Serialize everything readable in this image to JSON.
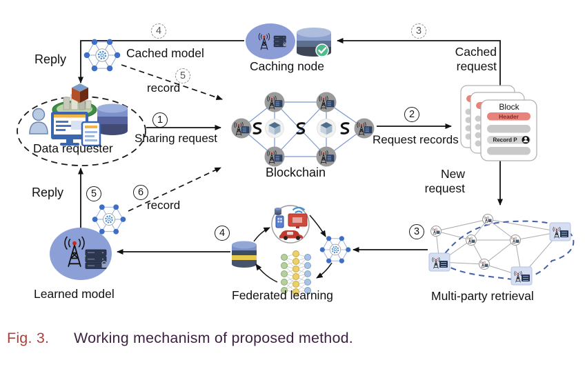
{
  "figure": {
    "labels": {
      "reply_top": "Reply",
      "cached_model": "Cached model",
      "caching_node": "Caching node",
      "record_top": "record",
      "cached_request_1": "Cached",
      "cached_request_2": "request",
      "data_requester": "Data requester",
      "sharing_request": "Sharing request",
      "blockchain": "Blockchain",
      "request_records": "Request records",
      "new_request_1": "New",
      "new_request_2": "request",
      "multi_party": "Multi-party retrieval",
      "federated_learning": "Federated learning",
      "learned_model": "Learned model",
      "reply_bottom": "Reply",
      "record_bottom": "record"
    },
    "block_card": {
      "title": "Block",
      "header": "Header",
      "record": "Record P"
    },
    "steps": {
      "dashed_4": "4",
      "dashed_5": "5",
      "dashed_3": "3",
      "solid_1": "1",
      "solid_2": "2",
      "solid_5": "5",
      "solid_6": "6",
      "solid_4": "4",
      "solid_3": "3"
    },
    "colors": {
      "node_ellipse_blue": "#8c9fd6",
      "hex_dot_blue": "#3f6ec6",
      "mesh_blue": "#7b96d4",
      "header_pill_red": "#e8837c",
      "check_green": "#4fba8a",
      "db_yellow": "#e5c94e",
      "caption_fig_red": "#a9413d",
      "caption_text_purple": "#3e2142"
    }
  },
  "caption": {
    "fig_label": "Fig. 3.",
    "text": "Working mechanism of proposed method."
  }
}
